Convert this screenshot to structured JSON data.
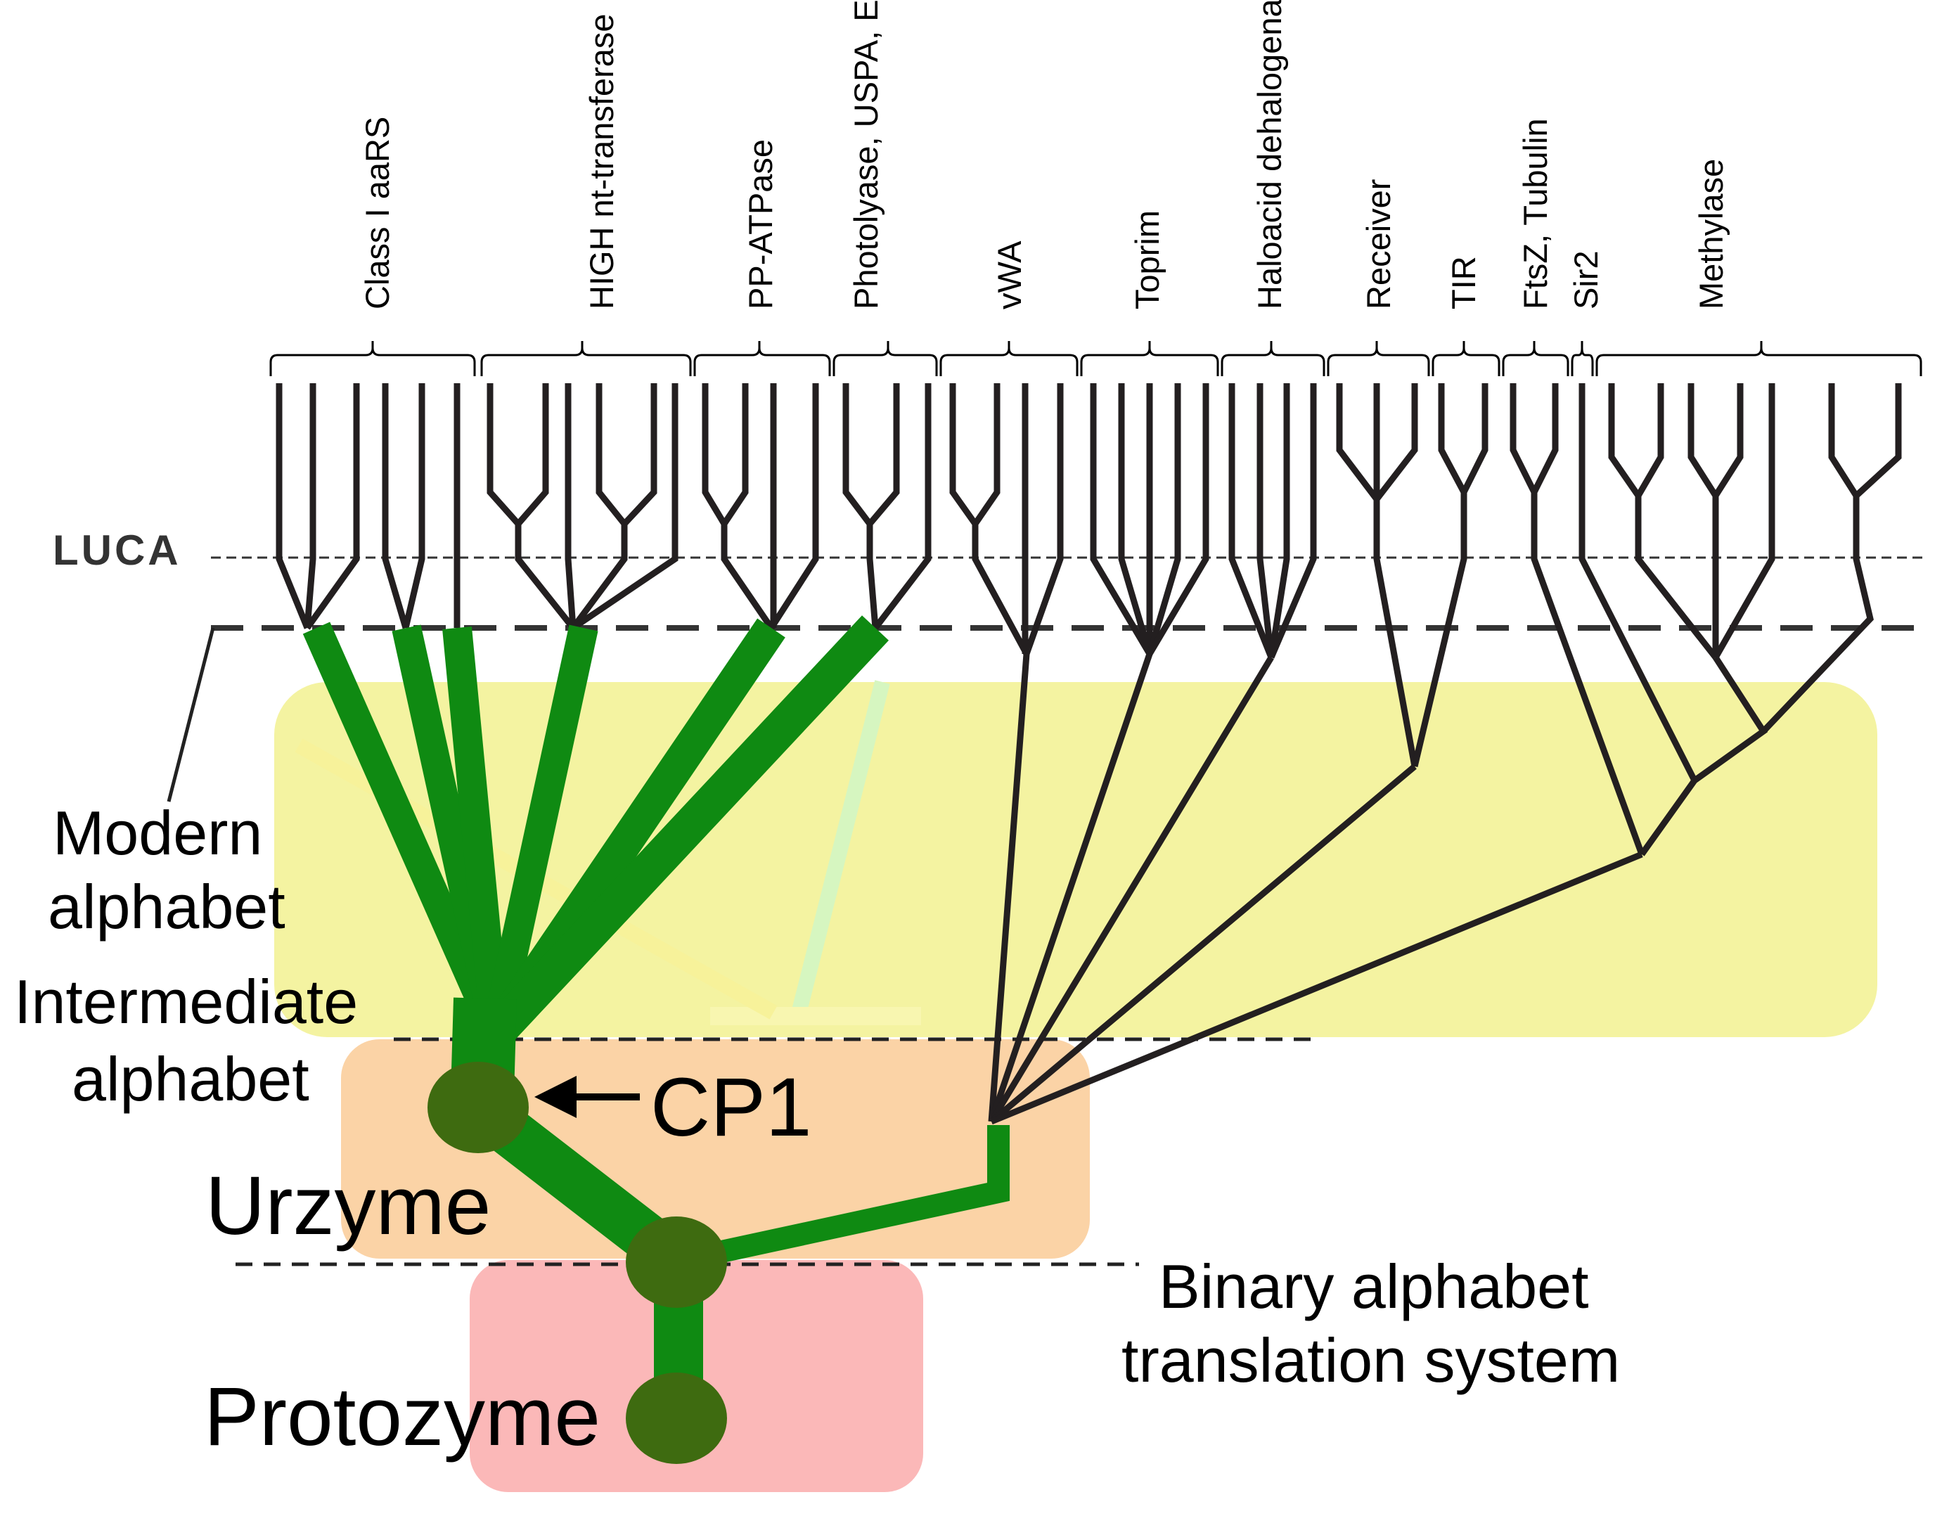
{
  "families": [
    {
      "label": "Class I aaRS"
    },
    {
      "label": "HIGH nt-transferase"
    },
    {
      "label": "PP-ATPase"
    },
    {
      "label": "Photolyase, USPA, ETFP"
    },
    {
      "label": "vWA"
    },
    {
      "label": "Toprim"
    },
    {
      "label": "Haloacid dehalogenase"
    },
    {
      "label": "Receiver"
    },
    {
      "label": "TIR"
    },
    {
      "label": "FtsZ, Tubulin"
    },
    {
      "label": "Sir2"
    },
    {
      "label": "Methylase"
    }
  ],
  "labels": {
    "luca": "LUCA",
    "modern_1": "Modern",
    "modern_2": "alphabet",
    "intermediate_1": "Intermediate",
    "intermediate_2": "alphabet",
    "cp1": "CP1",
    "urzyme": "Urzyme",
    "protozyme": "Protozyme",
    "binary_1": "Binary alphabet",
    "binary_2": "translation system"
  },
  "colors": {
    "modern_zone": "#f4f3a1",
    "urzyme_zone": "#fbd3a6",
    "protozyme_zone": "#fbb8b8",
    "green_branch": "#0f8a12",
    "node": "#3e6b10",
    "black_branch": "#231f20"
  }
}
